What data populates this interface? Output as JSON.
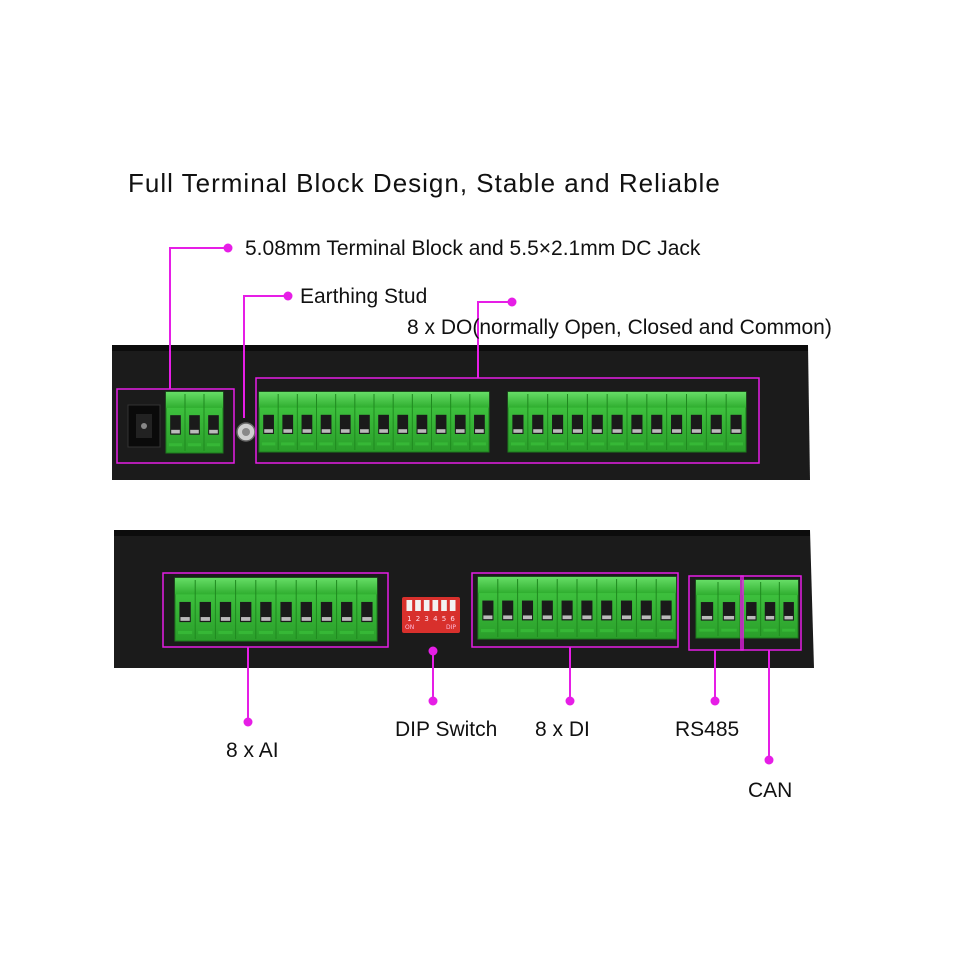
{
  "title": "Full Terminal Block Design, Stable and Reliable",
  "callouts": {
    "terminal_block_dc_jack": "5.08mm Terminal Block and 5.5×2.1mm DC Jack",
    "earthing_stud": "Earthing Stud",
    "digital_outputs": "8 x DO(normally Open, Closed and Common)",
    "analog_inputs": "8 x AI",
    "dip_switch": "DIP Switch",
    "digital_inputs": "8 x DI",
    "rs485": "RS485",
    "can": "CAN"
  },
  "dip_switch": {
    "positions": [
      "1",
      "2",
      "3",
      "4",
      "5",
      "6"
    ],
    "on_label": "ON",
    "brand_label": "DIP"
  },
  "colors": {
    "terminal_green": "#3cc43c",
    "highlight": "#e61ee6",
    "enclosure": "#1b1b1b",
    "dip_red": "#d8302c"
  }
}
